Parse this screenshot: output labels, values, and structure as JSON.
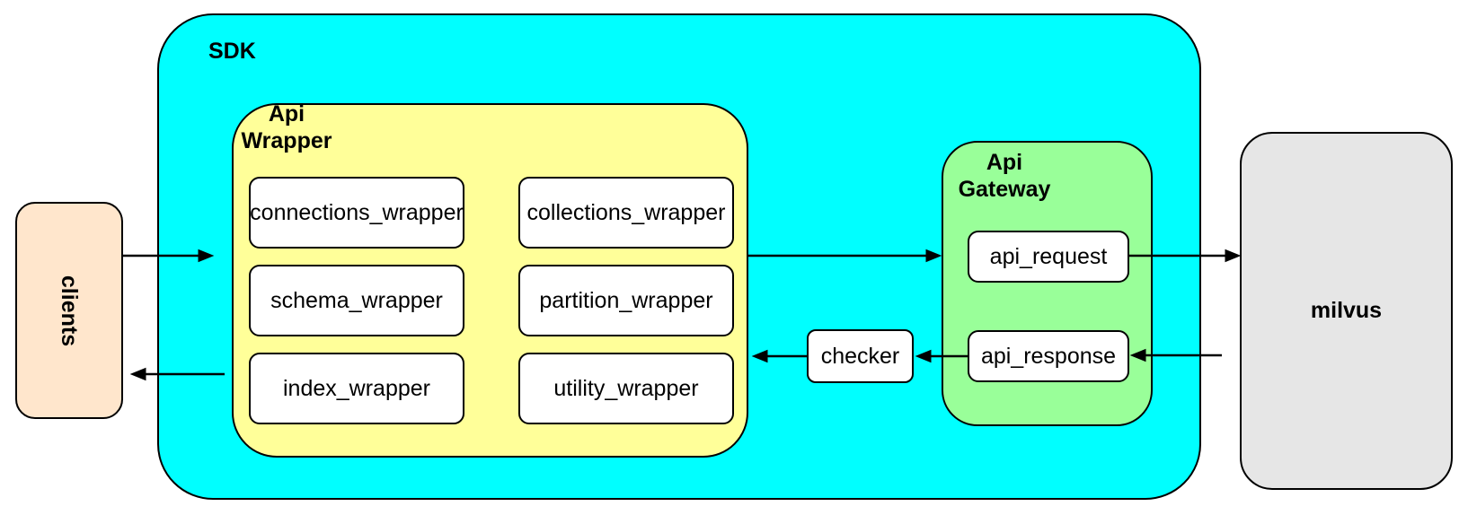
{
  "colors": {
    "sdk_fill": "#00ffff",
    "wrapper_fill": "#ffff99",
    "gateway_fill": "#99ff99",
    "clients_fill": "#ffe6cc",
    "milvus_fill": "#e6e6e6",
    "node_fill": "#ffffff",
    "border": "#000000"
  },
  "nodes": {
    "clients": {
      "label": "clients"
    },
    "sdk": {
      "label": "SDK"
    },
    "api_wrapper": {
      "label_line1": "Api",
      "label_line2": "Wrapper",
      "boxes": [
        {
          "label": "connections_wrapper"
        },
        {
          "label": "collections_wrapper"
        },
        {
          "label": "schema_wrapper"
        },
        {
          "label": "partition_wrapper"
        },
        {
          "label": "index_wrapper"
        },
        {
          "label": "utility_wrapper"
        }
      ]
    },
    "api_gateway": {
      "label_line1": "Api",
      "label_line2": "Gateway",
      "boxes": [
        {
          "label": "api_request"
        },
        {
          "label": "api_response"
        }
      ]
    },
    "checker": {
      "label": "checker"
    },
    "milvus": {
      "label": "milvus"
    }
  }
}
